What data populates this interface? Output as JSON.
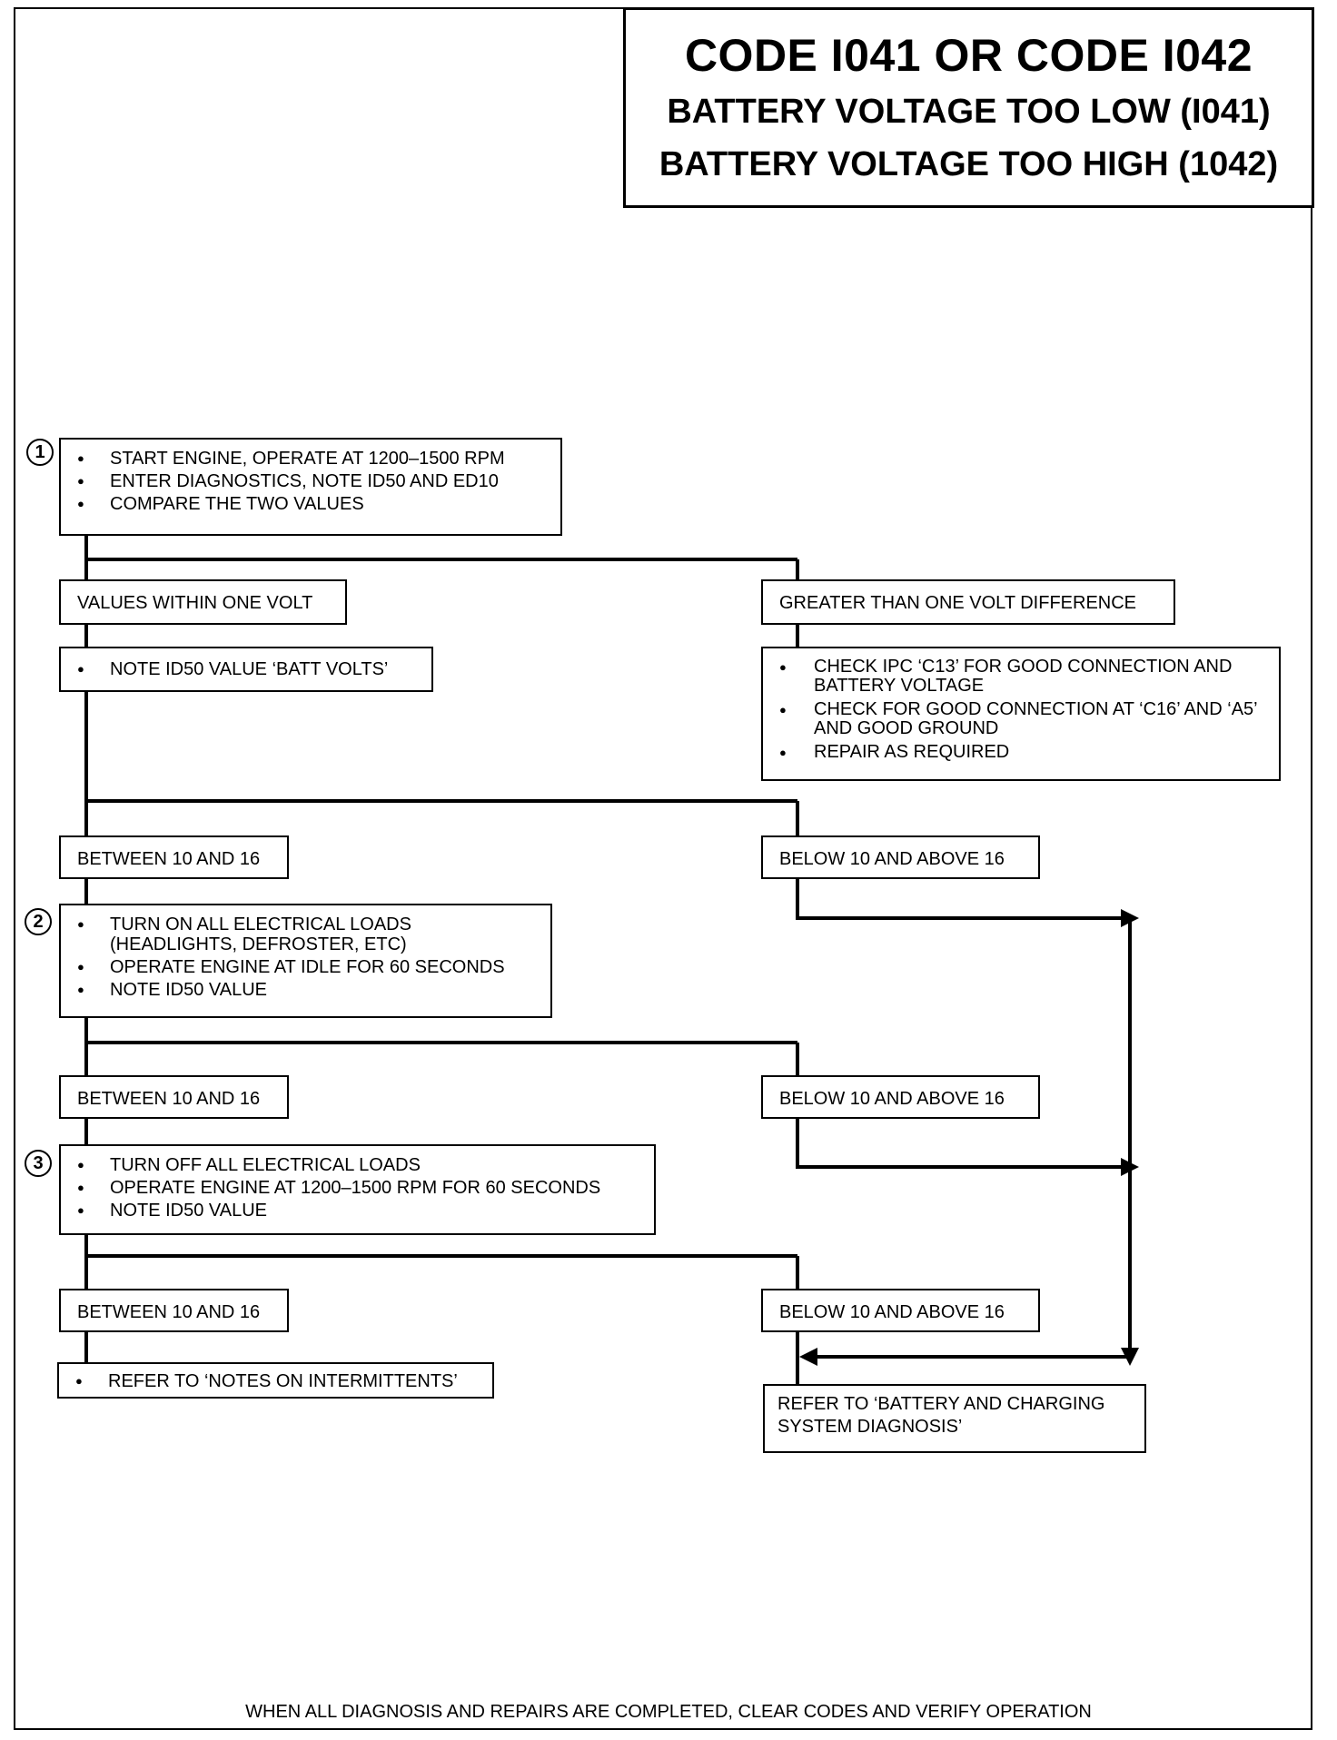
{
  "header": {
    "title": "CODE  I041 OR CODE I042",
    "subtitle_low": "BATTERY VOLTAGE TOO LOW (I041)",
    "subtitle_high": "BATTERY VOLTAGE TOO HIGH (1042)"
  },
  "steps": [
    {
      "number": "1",
      "bullets": [
        "START ENGINE, OPERATE AT 1200–1500 RPM",
        "ENTER DIAGNOSTICS, NOTE ID50 AND ED10",
        "COMPARE THE TWO VALUES"
      ]
    },
    {
      "number": "2",
      "bullets": [
        "TURN ON ALL ELECTRICAL LOADS (HEADLIGHTS, DEFROSTER, ETC)",
        "OPERATE ENGINE AT IDLE FOR 60 SECONDS",
        "NOTE ID50 VALUE"
      ]
    },
    {
      "number": "3",
      "bullets": [
        "TURN OFF ALL ELECTRICAL LOADS",
        "OPERATE ENGINE AT 1200–1500 RPM FOR 60 SECONDS",
        "NOTE ID50 VALUE"
      ]
    }
  ],
  "branch1": {
    "left_label": "VALUES WITHIN ONE VOLT",
    "left_action": "NOTE ID50 VALUE ‘BATT  VOLTS’",
    "right_label": "GREATER THAN ONE VOLT DIFFERENCE",
    "right_actions": [
      "CHECK IPC ‘C13’ FOR GOOD CONNECTION AND BATTERY VOLTAGE",
      "CHECK FOR GOOD CONNECTION AT ‘C16’ AND ‘A5’ AND GOOD GROUND",
      "REPAIR AS REQUIRED"
    ]
  },
  "branch2": {
    "left_label": "BETWEEN 10 AND 16",
    "right_label": "BELOW 10 AND ABOVE 16"
  },
  "branch3": {
    "left_label": "BETWEEN 10 AND 16",
    "right_label": "BELOW 10 AND ABOVE 16"
  },
  "branch4": {
    "left_label": "BETWEEN 10 AND 16",
    "right_label": "BELOW 10 AND ABOVE 16"
  },
  "final": {
    "intermittents": "REFER TO ‘NOTES ON INTERMITTENTS’",
    "charging": "REFER TO ‘BATTERY AND CHARGING SYSTEM DIAGNOSIS’"
  },
  "footer": {
    "note": "WHEN ALL DIAGNOSIS AND REPAIRS ARE COMPLETED, CLEAR CODES AND VERIFY OPERATION"
  }
}
